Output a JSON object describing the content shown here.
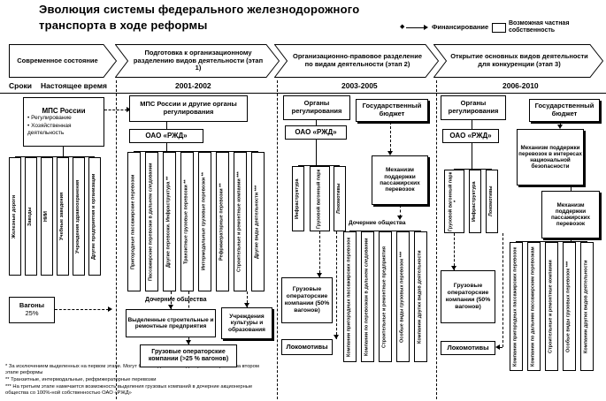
{
  "title": "Эволюция системы федерального железнодорожного транспорта в ходе реформы",
  "legend": {
    "financing": "Финансирование",
    "private_property": "Возможная частная собственность"
  },
  "stages": [
    {
      "label": "Современное состояние"
    },
    {
      "label": "Подготовка к организационному разделению видов деятельности (этап 1)"
    },
    {
      "label": "Организационно-правовое разделение по видам деятельности (этап 2)"
    },
    {
      "label": "Открытие основных видов деятельности для конкуренции (этап 3)"
    }
  ],
  "timeline": {
    "label": "Сроки",
    "periods": [
      "Настоящее время",
      "2001-2002",
      "2003-2005",
      "2006-2010"
    ]
  },
  "col1": {
    "mps_title": "МПС России",
    "mps_bullets": [
      "Регулирование",
      "Хозяйственная деятельность"
    ],
    "vboxes": [
      "Железные дороги",
      "Заводы",
      "НИИ",
      "Учебные заведения",
      "Учреждения здравоохранения",
      "Другие предприятия и организации"
    ],
    "wagons_label": "Вагоны",
    "wagons_value": "25%"
  },
  "col2": {
    "regulator": "МПС России и другие органы регулирования",
    "rzd": "ОАО «РЖД»",
    "vboxes": [
      "Пригородные пассажирские перевозки",
      "Пассажирские перевозки в дальнем следовании",
      "Другие перевозки. Инфраструктура **",
      "Транзитные грузовые перевозки **",
      "Интермодальные грузовые перевозки **",
      "Рефрижераторные перевозки **",
      "Строительные и ремонтные компании ***",
      "Другие виды деятельности ***"
    ],
    "subsidiaries_label": "Дочерние общества",
    "construction_box": "Выделенные строительные и ремонтные предприятия",
    "culture_box": "Учреждения культуры и образования",
    "freight_box": "Грузовые операторские компании (>25 % вагонов)"
  },
  "col3": {
    "regulator": "Органы регулирования",
    "budget": "Государственный бюджет",
    "rzd": "ОАО «РЖД»",
    "vboxes_top": [
      "Инфраструктура",
      "Грузовой вагонный парк",
      "Локомотивы"
    ],
    "support_box": "Механизм поддержки пассажирских перевозок",
    "subsidiaries_label": "Дочерние общества",
    "vboxes_bottom": [
      "Компании пригородных пассажирских перевозок",
      "Компании по перевозкам в дальнем следовании",
      "Строительные и ремонтные предприятия",
      "Особые виды грузовых перевозок ***",
      "Компании других видов деятельности"
    ],
    "freight_box": "Грузовые операторские компании (50% вагонов)",
    "locomotives_box": "Локомотивы"
  },
  "col4": {
    "regulator": "Органы регулирования",
    "budget": "Государственный бюджет",
    "rzd": "ОАО «РЖД»",
    "security_box": "Механизм поддержки перевозок в интересах национальной безопасности",
    "vboxes_top": [
      "Грузовой вагонный парк *",
      "Инфраструктура",
      "Локомотивы"
    ],
    "support_box": "Механизм поддержки пассажирских перевозок",
    "freight_box": "Грузовые операторские компании (50% вагонов)",
    "locomotives_box": "Локомотивы",
    "vboxes_bottom": [
      "Компании пригородных пассажирских перевозок",
      "Компании по дальним пассажирским перевозкам",
      "Строительные и ремонтные компании",
      "Особые виды грузовых перевозок ***",
      "Компании других видов деятельности"
    ]
  },
  "footnotes": [
    "* За исключением выделенных на первом этапе. Могут быть выделены как дочерние общества на втором этапе реформы",
    "** Транзитные, интермодальные, рефрижераторные перевозки",
    "*** На третьем этапе намечается возможность выделения грузовых компаний в дочерние акционерные общества со 100%-ной собственностью ОАО «РЖД»"
  ]
}
